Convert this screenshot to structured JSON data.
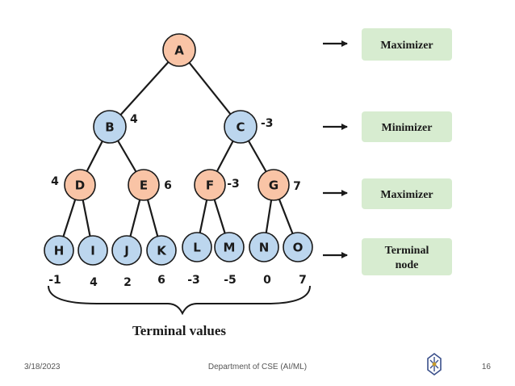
{
  "tree": {
    "nodes": [
      {
        "id": "A",
        "label": "A",
        "kind": "max"
      },
      {
        "id": "B",
        "label": "B",
        "kind": "min",
        "value": "4"
      },
      {
        "id": "C",
        "label": "C",
        "kind": "min",
        "value": "-3"
      },
      {
        "id": "D",
        "label": "D",
        "kind": "max",
        "value": "4"
      },
      {
        "id": "E",
        "label": "E",
        "kind": "max",
        "value": "6"
      },
      {
        "id": "F",
        "label": "F",
        "kind": "max",
        "value": "-3"
      },
      {
        "id": "G",
        "label": "G",
        "kind": "max",
        "value": "7"
      },
      {
        "id": "H",
        "label": "H",
        "kind": "terminal",
        "value": "-1"
      },
      {
        "id": "I",
        "label": "I",
        "kind": "terminal",
        "value": "4"
      },
      {
        "id": "J",
        "label": "J",
        "kind": "terminal",
        "value": "2"
      },
      {
        "id": "K",
        "label": "K",
        "kind": "terminal",
        "value": "6"
      },
      {
        "id": "L",
        "label": "L",
        "kind": "terminal",
        "value": "-3"
      },
      {
        "id": "M",
        "label": "M",
        "kind": "terminal",
        "value": "-5"
      },
      {
        "id": "N",
        "label": "N",
        "kind": "terminal",
        "value": "0"
      },
      {
        "id": "O",
        "label": "O",
        "kind": "terminal",
        "value": "7"
      }
    ],
    "edges": [
      [
        "A",
        "B"
      ],
      [
        "A",
        "C"
      ],
      [
        "B",
        "D"
      ],
      [
        "B",
        "E"
      ],
      [
        "C",
        "F"
      ],
      [
        "C",
        "G"
      ],
      [
        "D",
        "H"
      ],
      [
        "D",
        "I"
      ],
      [
        "E",
        "J"
      ],
      [
        "E",
        "K"
      ],
      [
        "F",
        "L"
      ],
      [
        "F",
        "M"
      ],
      [
        "G",
        "N"
      ],
      [
        "G",
        "O"
      ]
    ]
  },
  "levels": [
    {
      "label_lines": [
        "Maximizer"
      ]
    },
    {
      "label_lines": [
        "Minimizer"
      ]
    },
    {
      "label_lines": [
        "Maximizer"
      ]
    },
    {
      "label_lines": [
        "Terminal",
        "node"
      ]
    }
  ],
  "terminal_caption": "Terminal values",
  "footer": {
    "date": "3/18/2023",
    "department": "Department of CSE (AI/ML)",
    "page": "16"
  },
  "colors": {
    "max_node": "#f9c4a6",
    "min_node": "#bcd6ee",
    "label_box": "#d7ecd0",
    "stroke": "#1a1a1a"
  },
  "icons": {
    "logo": "institution-logo-icon",
    "arrow": "arrow-right-icon"
  }
}
